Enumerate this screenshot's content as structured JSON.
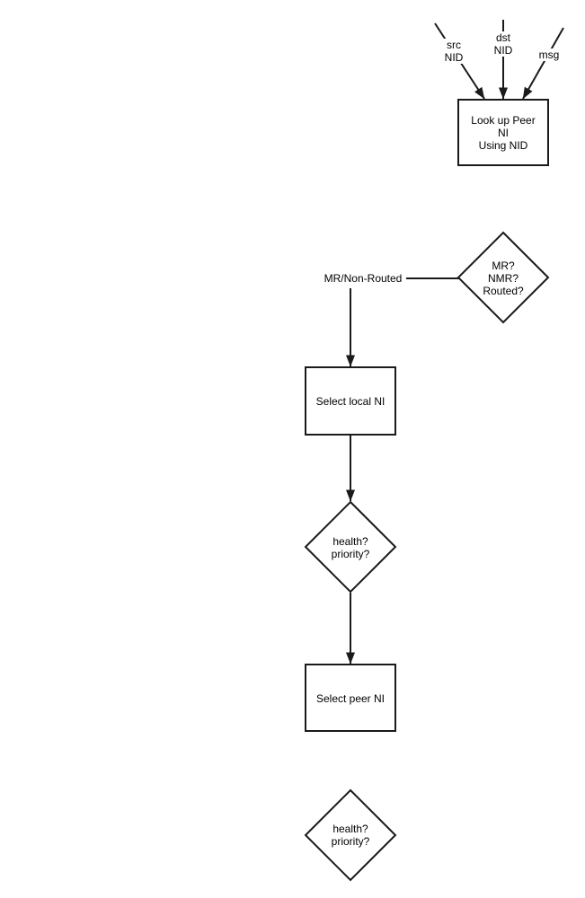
{
  "diagram": {
    "colors": {
      "stroke": "#1a1a1a",
      "text": "#000000",
      "background": "#ffffff",
      "shape_fill": "#ffffff"
    },
    "input_labels": {
      "src": "src\nNID",
      "dst": "dst\nNID",
      "msg": "msg"
    },
    "nodes": {
      "lookup_peer_ni": {
        "type": "process",
        "label": "Look up Peer\nNI\nUsing NID"
      },
      "mr_nmr_routed": {
        "type": "decision",
        "label": "MR?\nNMR?\nRouted?"
      },
      "select_local_ni": {
        "type": "process",
        "label": "Select local NI"
      },
      "health_priority_local": {
        "type": "decision",
        "label": "health?\npriority?"
      },
      "select_peer_ni": {
        "type": "process",
        "label": "Select peer NI"
      },
      "health_priority_peer": {
        "type": "decision",
        "label": "health?\npriority?"
      }
    },
    "edge_labels": {
      "mr_non_routed": "MR/Non-Routed"
    }
  }
}
